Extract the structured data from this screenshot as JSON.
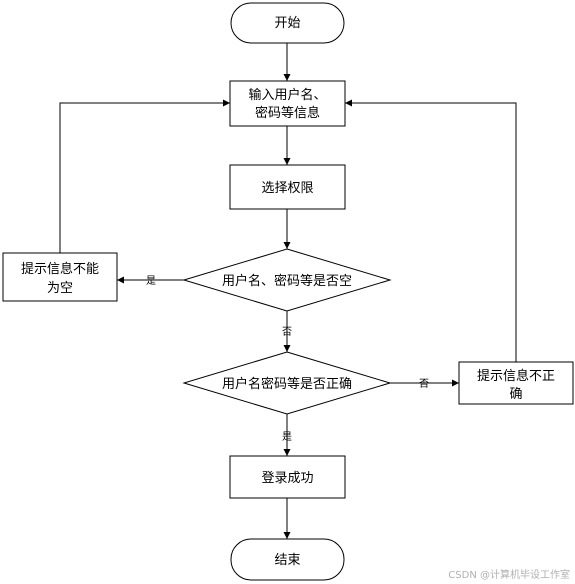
{
  "nodes": {
    "start": "开始",
    "input_line1": "输入用户名、",
    "input_line2": "密码等信息",
    "select_permission": "选择权限",
    "check_empty": "用户名、密码等是否空",
    "prompt_empty_line1": "提示信息不能",
    "prompt_empty_line2": "为空",
    "check_correct": "用户名密码等是否正确",
    "prompt_incorrect_line1": "提示信息不正",
    "prompt_incorrect_line2": "确",
    "login_success": "登录成功",
    "end": "结束"
  },
  "edges": {
    "empty_yes": "是",
    "empty_no": "否",
    "correct_no": "否",
    "correct_yes": "是"
  },
  "watermark": "CSDN @计算机毕设工作室"
}
